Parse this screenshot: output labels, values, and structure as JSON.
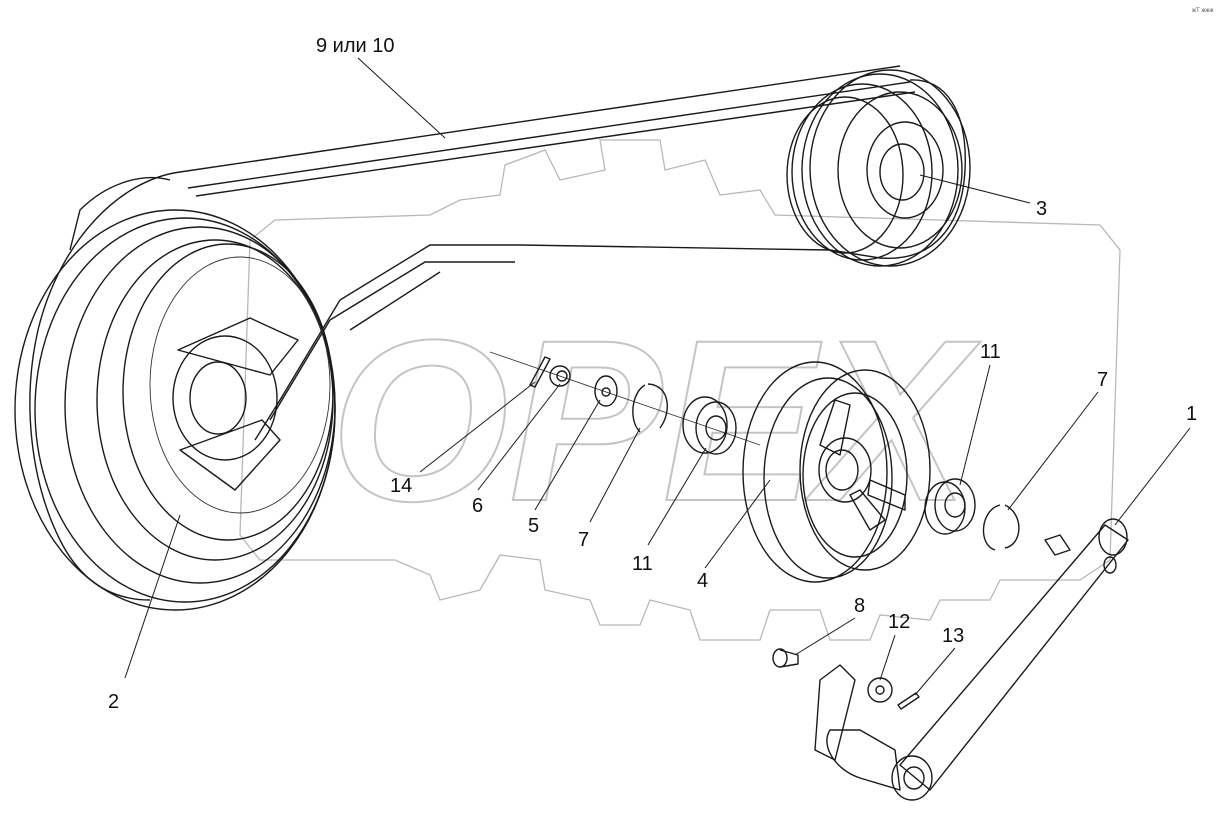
{
  "doc_code": "жТ жжж",
  "labels": {
    "belt": "9 или 10",
    "pulley_small": "3",
    "pulley_large": "2",
    "idler_roller": "4",
    "arm": "1",
    "retaining_ring_right": "7",
    "bearing_right": "11",
    "pin": "8",
    "washer_bottom": "12",
    "cotter_bottom": "13",
    "cotter_top": "14",
    "nut": "6",
    "washer_top": "5",
    "retaining_ring_left": "7",
    "bearing_left": "11"
  },
  "watermark": {
    "text": "OPEX"
  },
  "colors": {
    "line": "#1a1a1a",
    "watermark": "#b8b8b8",
    "background": "#ffffff"
  }
}
